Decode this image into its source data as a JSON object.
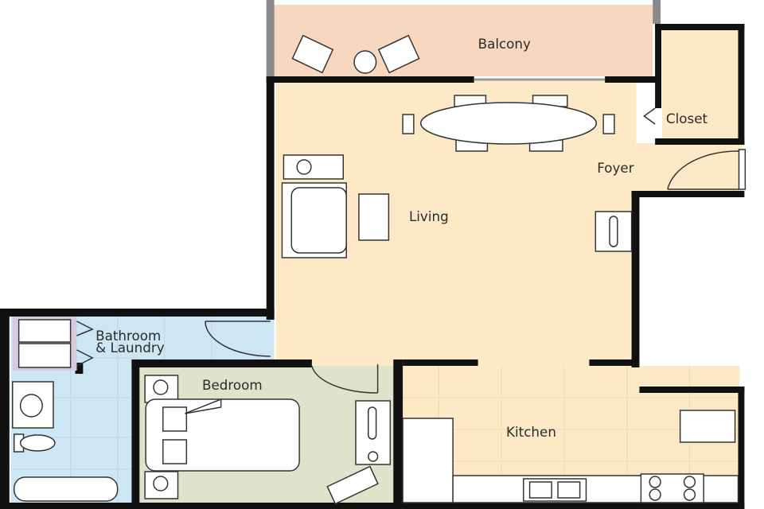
{
  "rooms": {
    "balcony": "Balcony",
    "closet": "Closet",
    "foyer": "Foyer",
    "living": "Living",
    "bathroom_line1": "Bathroom",
    "bathroom_line2": "& Laundry",
    "bedroom": "Bedroom",
    "kitchen": "Kitchen"
  },
  "colors": {
    "balcony": "#f8d7c0",
    "living": "#fde9c6",
    "bathroom": "#cde6f4",
    "bedroom": "#dee3cc",
    "kitchen": "#fde9c6",
    "wall": "#111111",
    "balcony_wall": "#8a8a8a"
  }
}
